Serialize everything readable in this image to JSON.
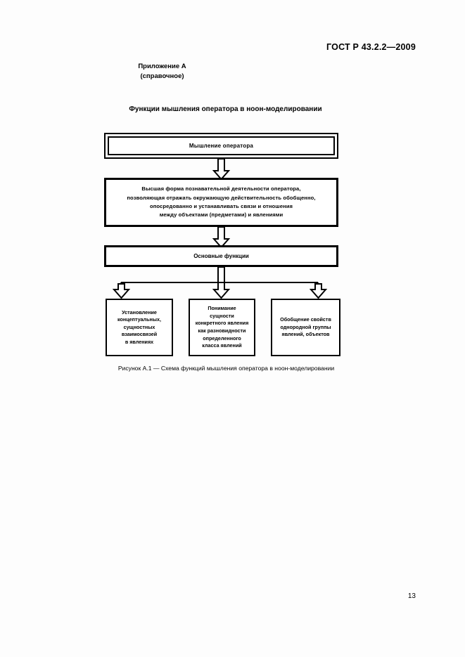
{
  "document": {
    "standard_header": "ГОСТ Р 43.2.2—2009",
    "page_number": "13"
  },
  "annex": {
    "line1": "Приложение А",
    "line2": "(справочное)"
  },
  "figure": {
    "title": "Функции мышления оператора в ноон-моделировании",
    "caption": "Рисунок А.1 — Схема функций мышления оператора в ноон-моделировании"
  },
  "diagram": {
    "box_thinking": "Мышление оператора",
    "box_definition": {
      "line1": "Высшая форма познавательной деятельности оператора,",
      "line2": "позволяющая отражать окружающую действительность обобщенно,",
      "line3": "опосредованно и устанавливать связи и отношения",
      "line4": "между объектами (предметами) и явлениями"
    },
    "box_main_functions": "Основные функции",
    "leaves": [
      {
        "line1": "Установление",
        "line2": "концептуальных,",
        "line3": "сущностных",
        "line4": "взаимосвязей",
        "line5": "в явлениях"
      },
      {
        "line1": "Понимание",
        "line2": "сущности",
        "line3": "конкретного явления",
        "line4": "как разновидности",
        "line5": "определенного",
        "line6": "класса явлений"
      },
      {
        "line1": "Обобщение свойств",
        "line2": "однородной группы",
        "line3": "явлений, объектов"
      }
    ]
  },
  "colors": {
    "ink": "#000000",
    "paper": "#fdfdfd"
  }
}
